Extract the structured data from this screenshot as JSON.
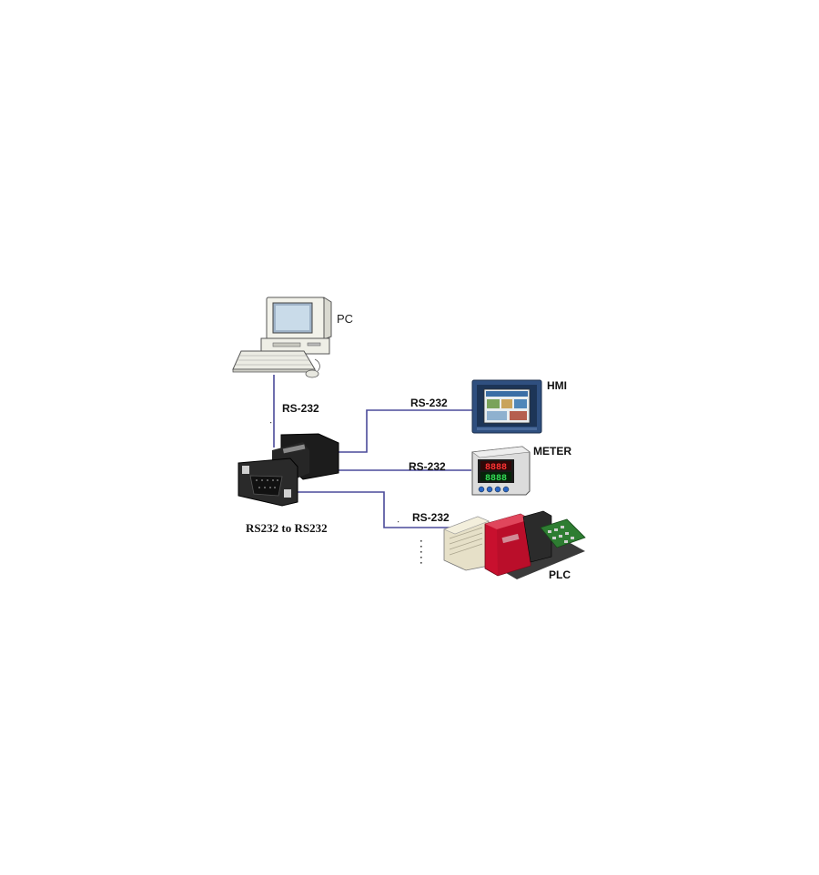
{
  "devices": {
    "pc": "PC",
    "hmi": "HMI",
    "meter": "METER",
    "plc": "PLC",
    "converter": "RS232 to RS232"
  },
  "links": {
    "pc_link": "RS-232",
    "hmi_link": "RS-232",
    "meter_link": "RS-232",
    "plc_link": "RS-232"
  },
  "hmi_screen": {
    "texts": [
      "",
      ""
    ]
  },
  "meter_display": {
    "top": "8888",
    "bottom": "8888"
  },
  "colors": {
    "line": "#4a4a9a",
    "converter_body": "#1a1a1a",
    "hmi_frame": "#2f4f7f",
    "plc_red": "#c8102e",
    "plc_beige": "#e6e0c8",
    "plc_green": "#2e7d32"
  }
}
